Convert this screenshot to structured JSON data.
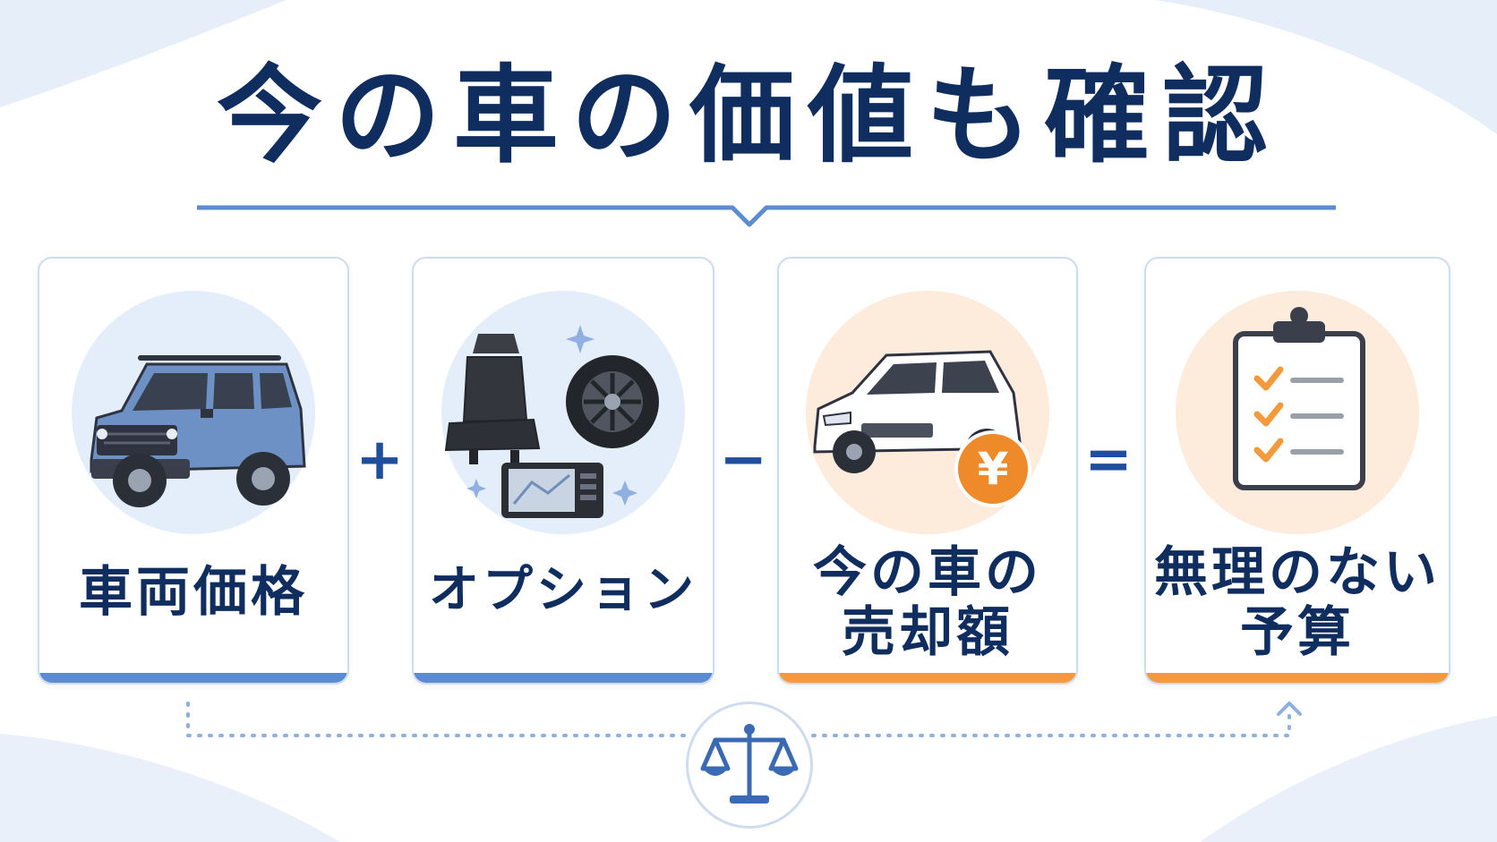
{
  "title": "今の車の価値も確認",
  "cards": [
    {
      "label": "車両価格",
      "illustration": "suv-car-icon",
      "accent": "#5b8bd0"
    },
    {
      "label": "オプション",
      "illustration": "car-options-icon",
      "accent": "#5b8bd0"
    },
    {
      "label_lines": [
        "今の車の",
        "売却額"
      ],
      "illustration": "trade-in-car-yen-icon",
      "badge": "¥",
      "accent": "#f29a3c"
    },
    {
      "label_lines": [
        "無理のない",
        "予算"
      ],
      "illustration": "clipboard-checklist-icon",
      "accent": "#f29a3c"
    }
  ],
  "operators": [
    "+",
    "−",
    "="
  ],
  "footer_icon": "balance-scale-icon",
  "colors": {
    "title": "#0f2d5e",
    "primary_blue": "#5b8bd0",
    "accent_orange": "#f29a3c",
    "blue_circle": "#e3eefa",
    "orange_circle": "#fdebdc"
  }
}
